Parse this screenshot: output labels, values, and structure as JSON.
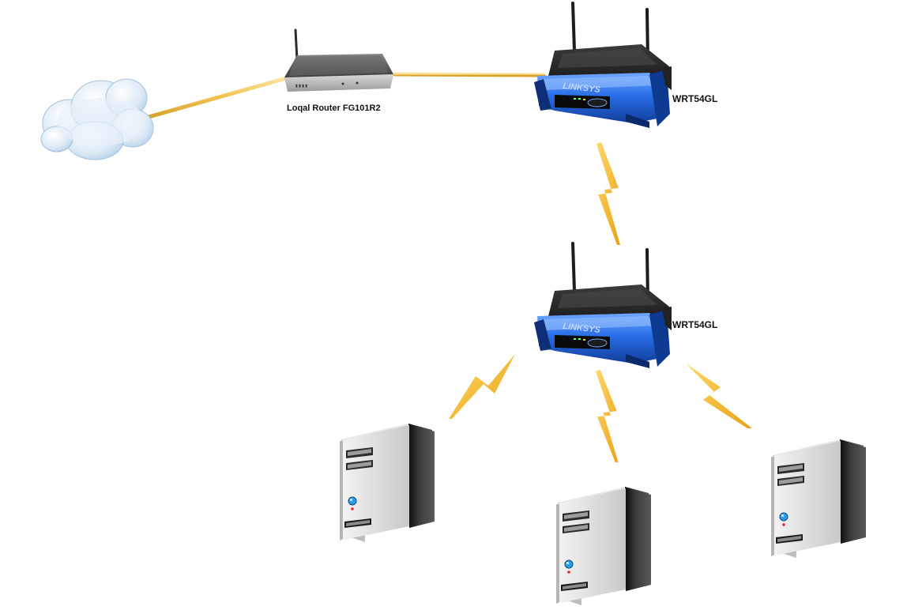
{
  "diagram": {
    "nodes": {
      "internet": {
        "icon": "cloud-icon"
      },
      "local_router": {
        "label": "Loqal Router FG101R2",
        "icon": "router-icon"
      },
      "wrt_top": {
        "label": "WRT54GL",
        "brand": "LINKSYS",
        "icon": "wireless-router-icon"
      },
      "wrt_bottom": {
        "label": "WRT54GL",
        "brand": "LINKSYS",
        "icon": "wireless-router-icon"
      },
      "server_left": {
        "icon": "server-tower-icon"
      },
      "server_center": {
        "icon": "server-tower-icon"
      },
      "server_right": {
        "icon": "server-tower-icon"
      }
    },
    "links": [
      {
        "from": "internet",
        "to": "local_router",
        "type": "wired"
      },
      {
        "from": "local_router",
        "to": "wrt_top",
        "type": "wired"
      },
      {
        "from": "wrt_top",
        "to": "wrt_bottom",
        "type": "wireless"
      },
      {
        "from": "wrt_bottom",
        "to": "server_left",
        "type": "wireless"
      },
      {
        "from": "wrt_bottom",
        "to": "server_center",
        "type": "wireless"
      },
      {
        "from": "wrt_bottom",
        "to": "server_right",
        "type": "wireless"
      }
    ]
  },
  "colors": {
    "cable": "#f2c14e",
    "wireless_bolt": "#f5b82e",
    "linksys_blue": "#1f5fd6",
    "router_dark": "#2b2b2b",
    "cloud": "#cfe1f2"
  }
}
